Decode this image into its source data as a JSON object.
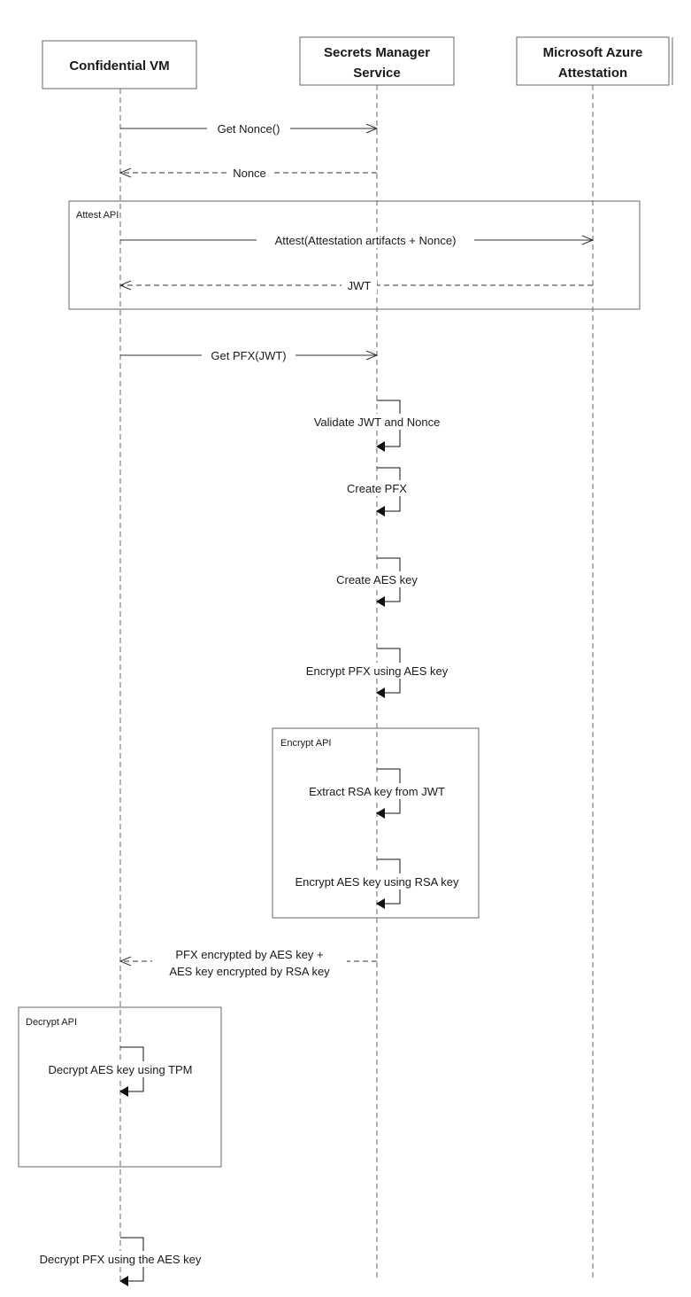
{
  "participants": [
    {
      "id": "vm",
      "lines": [
        "Confidential VM"
      ]
    },
    {
      "id": "sms",
      "lines": [
        "Secrets Manager",
        "Service"
      ]
    },
    {
      "id": "maa",
      "lines": [
        "Microsoft Azure",
        "Attestation"
      ]
    }
  ],
  "frames": [
    {
      "id": "attest",
      "label": "Attest API"
    },
    {
      "id": "encrypt",
      "label": "Encrypt API"
    },
    {
      "id": "decrypt",
      "label": "Decrypt API"
    }
  ],
  "messages": [
    {
      "id": "get-nonce",
      "lines": [
        "Get Nonce()"
      ]
    },
    {
      "id": "nonce",
      "lines": [
        "Nonce"
      ]
    },
    {
      "id": "attest",
      "lines": [
        "Attest(Attestation artifacts + Nonce)"
      ]
    },
    {
      "id": "jwt",
      "lines": [
        "JWT"
      ]
    },
    {
      "id": "get-pfx",
      "lines": [
        "Get PFX(JWT)"
      ]
    },
    {
      "id": "response",
      "lines": [
        "PFX encrypted by AES key +",
        "AES key encrypted by RSA key"
      ]
    }
  ],
  "self_calls": [
    {
      "id": "validate",
      "label": "Validate JWT and Nonce"
    },
    {
      "id": "create-pfx",
      "label": "Create PFX"
    },
    {
      "id": "create-aes",
      "label": "Create AES key"
    },
    {
      "id": "encrypt-pfx",
      "label": "Encrypt PFX using AES key"
    },
    {
      "id": "extract-rsa",
      "label": "Extract RSA key from JWT"
    },
    {
      "id": "encrypt-aes",
      "label": "Encrypt AES key using RSA key"
    },
    {
      "id": "decrypt-aes",
      "label": "Decrypt AES key using TPM"
    },
    {
      "id": "decrypt-pfx",
      "label": "Decrypt PFX using the AES key"
    }
  ]
}
